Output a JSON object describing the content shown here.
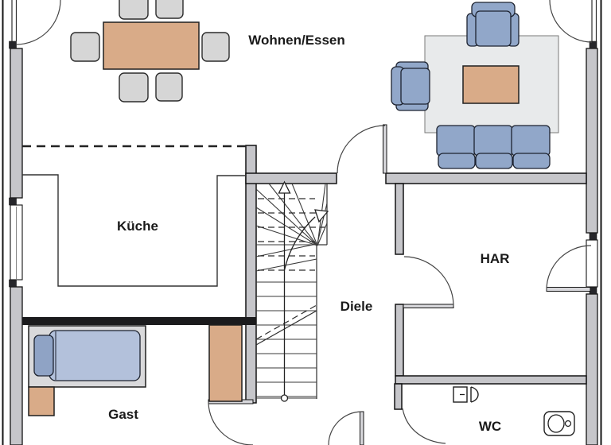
{
  "rooms": {
    "wohnen_essen": {
      "label": "Wohnen/Essen"
    },
    "kueche": {
      "label": "Küche"
    },
    "diele": {
      "label": "Diele"
    },
    "har": {
      "label": "HAR"
    },
    "gast": {
      "label": "Gast"
    },
    "wc": {
      "label": "WC"
    }
  },
  "icons": {
    "stair_up_arrow": "up-direction-arrow",
    "stair_branch_arrow": "upper-flight-arrow",
    "walking_line_start": "walking-line-start-circle",
    "toilet": "toilet-top-view",
    "washbasin": "washbasin-top-view"
  },
  "furniture": {
    "dining_table": "dining-table",
    "dining_chairs": "dining-chair x6",
    "rug": "living-room-rug",
    "coffee_table": "coffee-table",
    "armchairs": "armchair x2",
    "sofa": "three-seat-sofa",
    "bed": "single-bed",
    "nightstand": "nightstand",
    "wardrobe": "wardrobe",
    "kitchen_counter": "u-shaped-counter-outline",
    "staircase": "winder-staircase"
  },
  "colors": {
    "background": "#ffffff",
    "wall_fill": "#c6c6ca",
    "wall_line": "#141414",
    "wood_tan": "#d9ab88",
    "upholstery_blue": "#91a7c9",
    "mattress_blue": "#b3c1db",
    "pillow_blue": "#8fa3c5",
    "chair_gray": "#d6d6d6",
    "rug_gray": "#e8eaeb",
    "bed_frame_gray": "#d9d9db"
  }
}
